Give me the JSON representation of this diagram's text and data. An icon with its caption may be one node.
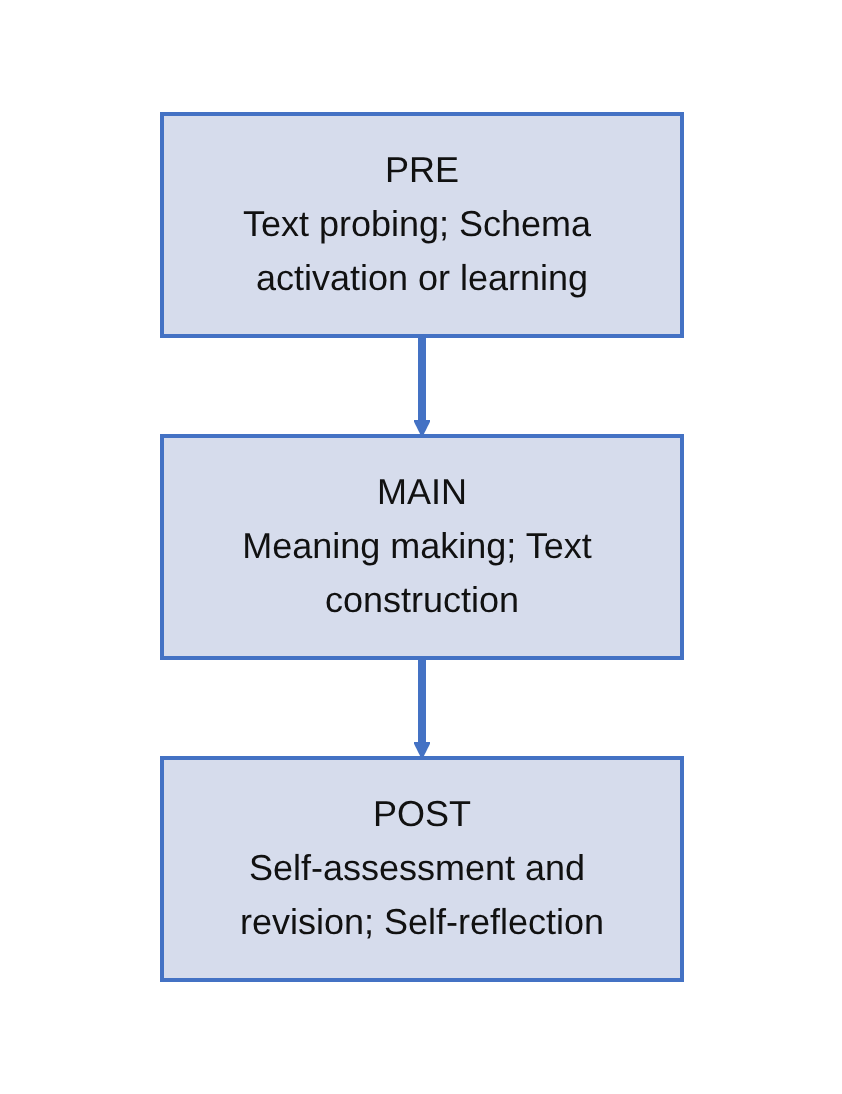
{
  "diagram": {
    "nodes": [
      {
        "text": [
          "PRE",
          "Text probing; Schema activation or learning"
        ]
      },
      {
        "text": [
          "MAIN",
          "Meaning making; Text construction"
        ]
      },
      {
        "text": [
          "POST",
          "Self-assessment and revision; Self-reflection"
        ]
      }
    ],
    "edges": [
      {
        "from": 0,
        "to": 1,
        "arrow": "to"
      },
      {
        "from": 1,
        "to": 2,
        "arrow": "to"
      }
    ]
  }
}
